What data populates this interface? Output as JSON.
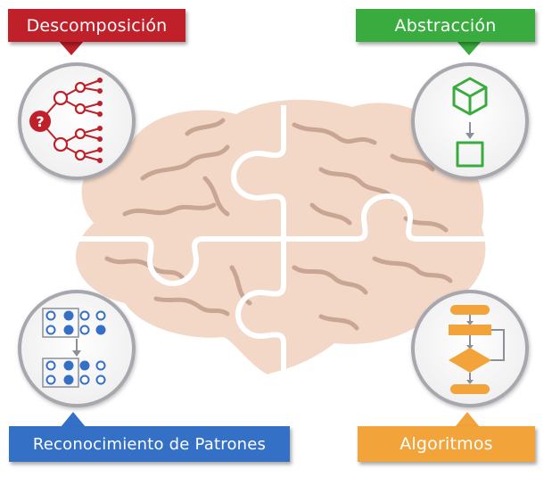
{
  "labels": {
    "decomposition": "Descomposición",
    "abstraction": "Abstracción",
    "pattern_recognition": "Reconocimiento de Patrones",
    "algorithms": "Algoritmos"
  },
  "icons": {
    "decomposition": "question-tree-icon",
    "abstraction": "cube-to-square-icon",
    "pattern_recognition": "dot-pattern-grid-icon",
    "algorithms": "flowchart-icon"
  },
  "colors": {
    "decomposition": "#c0202a",
    "abstraction": "#3aac3f",
    "pattern_recognition": "#3370c6",
    "algorithms": "#f2a33a",
    "brain": "#f3d8c8",
    "brain_folds": "#c9a594",
    "circle_border": "#a7a7ad"
  }
}
